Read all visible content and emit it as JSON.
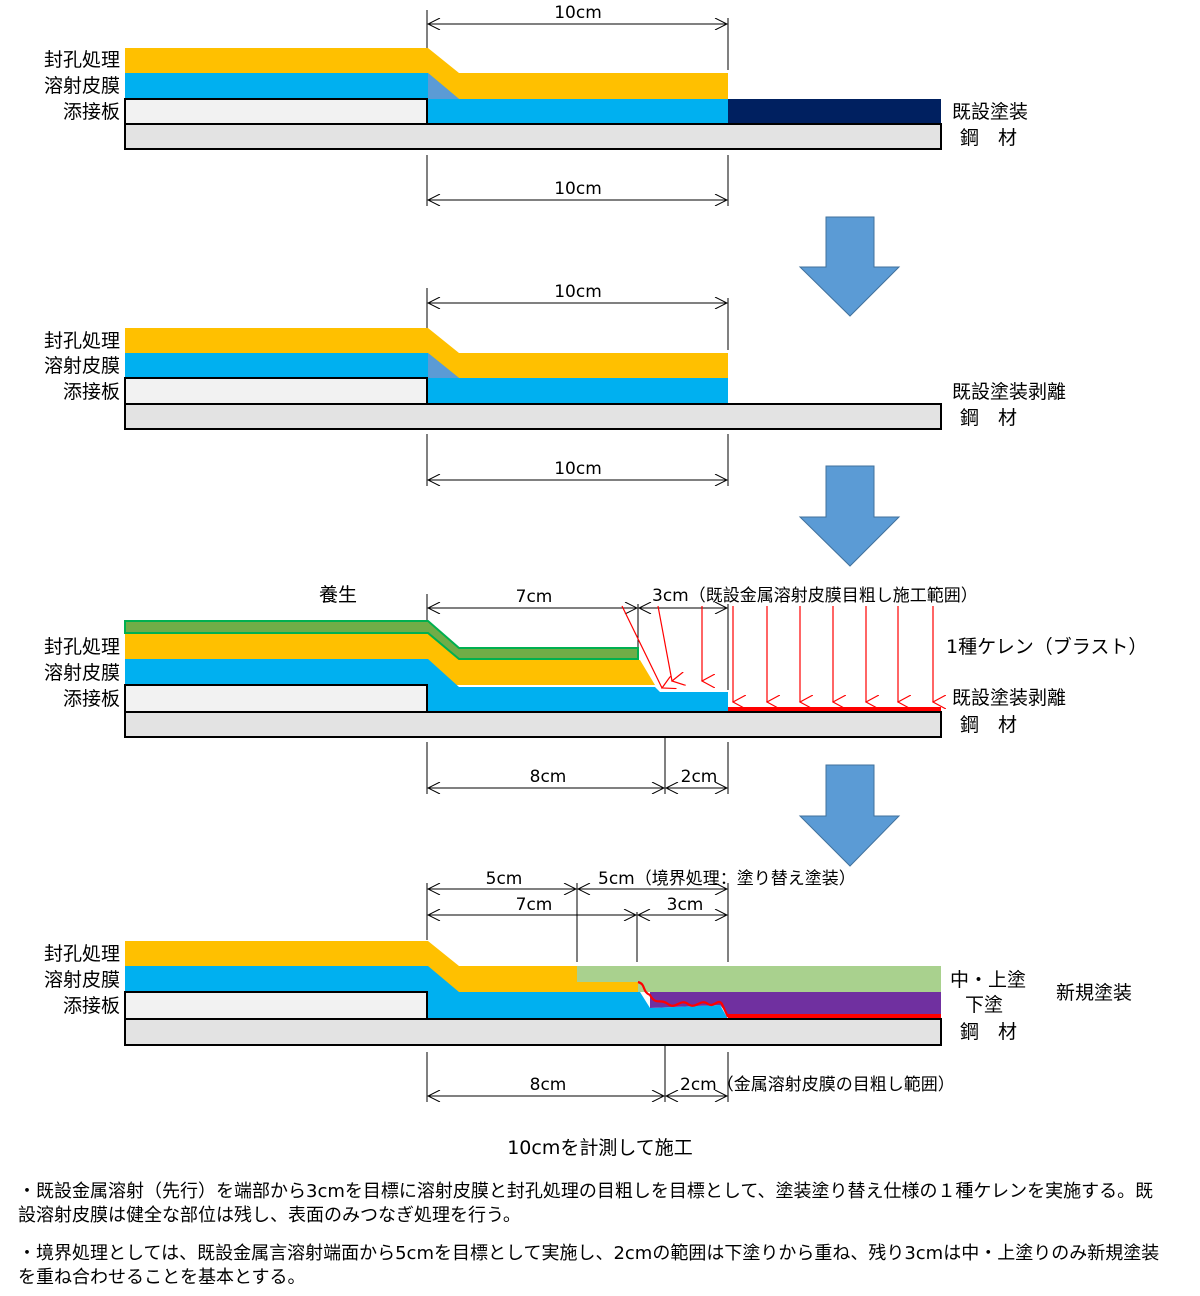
{
  "colors": {
    "sealing": "#FFC000",
    "spray_film": "#00B0F0",
    "spray_overlap": "#5B9BD5",
    "splice_plate": "#F2F2F2",
    "steel": "#E3E3E3",
    "existing_paint": "#002060",
    "curing": "#70AD47",
    "blast_red": "#FF0000",
    "mid_top_coat": "#A9D18E",
    "under_coat": "#7030A0",
    "arrow_blue": "#5B9BD5"
  },
  "layer_labels": {
    "sealing": "封孔処理",
    "spray_film": "溶射皮膜",
    "splice_plate": "添接板",
    "steel": "鋼　材"
  },
  "panels": [
    {
      "id": "existing",
      "right_label": "既設塗装",
      "dims_top": [
        "10cm"
      ],
      "dims_bottom": [
        "10cm"
      ]
    },
    {
      "id": "paint-removed",
      "right_label": "既設塗装剥離",
      "dims_top": [
        "10cm"
      ],
      "dims_bottom": [
        "10cm"
      ]
    },
    {
      "id": "blast",
      "curing_label": "養生",
      "dims_top": [
        "7cm",
        "3cm（既設金属溶射皮膜目粗し施工範囲）"
      ],
      "blast_label": "1種ケレン（ブラスト）",
      "right_label": "既設塗装剥離",
      "dims_bottom": [
        "8cm",
        "2cm"
      ]
    },
    {
      "id": "new-paint",
      "dims_top": [
        "5cm",
        "5cm（境界処理：塗り替え塗装）",
        "7cm",
        "3cm"
      ],
      "right_labels": {
        "mid_top": "中・上塗",
        "under": "下塗",
        "new_paint": "新規塗装"
      },
      "dims_bottom": [
        "8cm",
        "2cm（金属溶射皮膜の目粗し範囲）"
      ]
    }
  ],
  "measure_caption": "10cmを計測して施工",
  "notes": [
    "・既設金属溶射（先行）を端部から3cmを目標に溶射皮膜と封孔処理の目粗しを目標として、塗装塗り替え仕様の１種ケレンを実施する。既設溶射皮膜は健全な部位は残し、表面のみつなぎ処理を行う。",
    "・境界処理としては、既設金属言溶射端面から5cmを目標として実施し、2cmの範囲は下塗りから重ね、残り3cmは中・上塗りのみ新規塗装を重ね合わせることを基本とする。"
  ]
}
